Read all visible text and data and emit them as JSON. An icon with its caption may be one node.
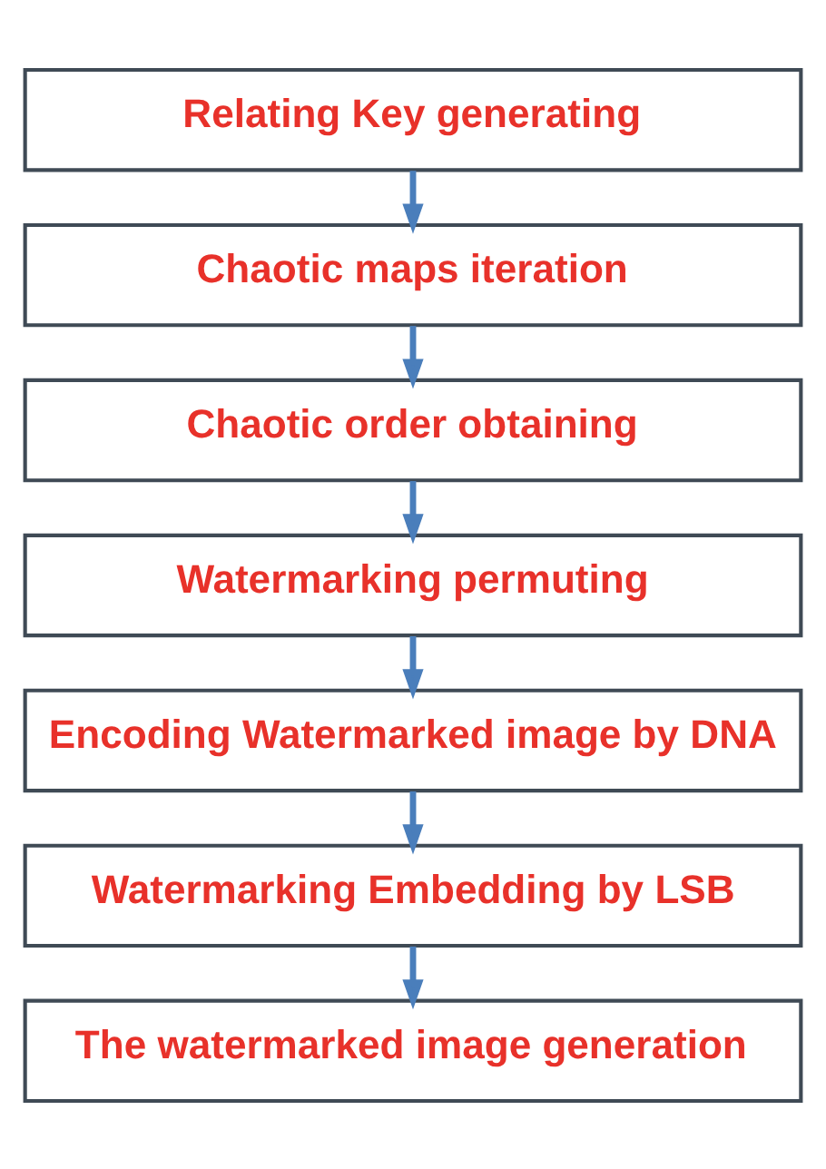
{
  "diagram": {
    "nodes": [
      {
        "text": [
          "Relating Key generating"
        ]
      },
      {
        "text": [
          "Chaotic maps iteration"
        ]
      },
      {
        "text": [
          "Chaotic order obtaining"
        ]
      },
      {
        "text": [
          "Watermarking permuting"
        ]
      },
      {
        "text": [
          "Encoding Watermarked image by DNA"
        ]
      },
      {
        "text": [
          "Watermarking Embedding by LSB"
        ]
      },
      {
        "text": [
          "The watermarked image generation"
        ]
      }
    ],
    "edges": [
      {
        "from": 0,
        "to": 1,
        "arrow": "to"
      },
      {
        "from": 1,
        "to": 2,
        "arrow": "to"
      },
      {
        "from": 2,
        "to": 3,
        "arrow": "to"
      },
      {
        "from": 3,
        "to": 4,
        "arrow": "to"
      },
      {
        "from": 4,
        "to": 5,
        "arrow": "to"
      },
      {
        "from": 5,
        "to": 6,
        "arrow": "to"
      }
    ]
  }
}
